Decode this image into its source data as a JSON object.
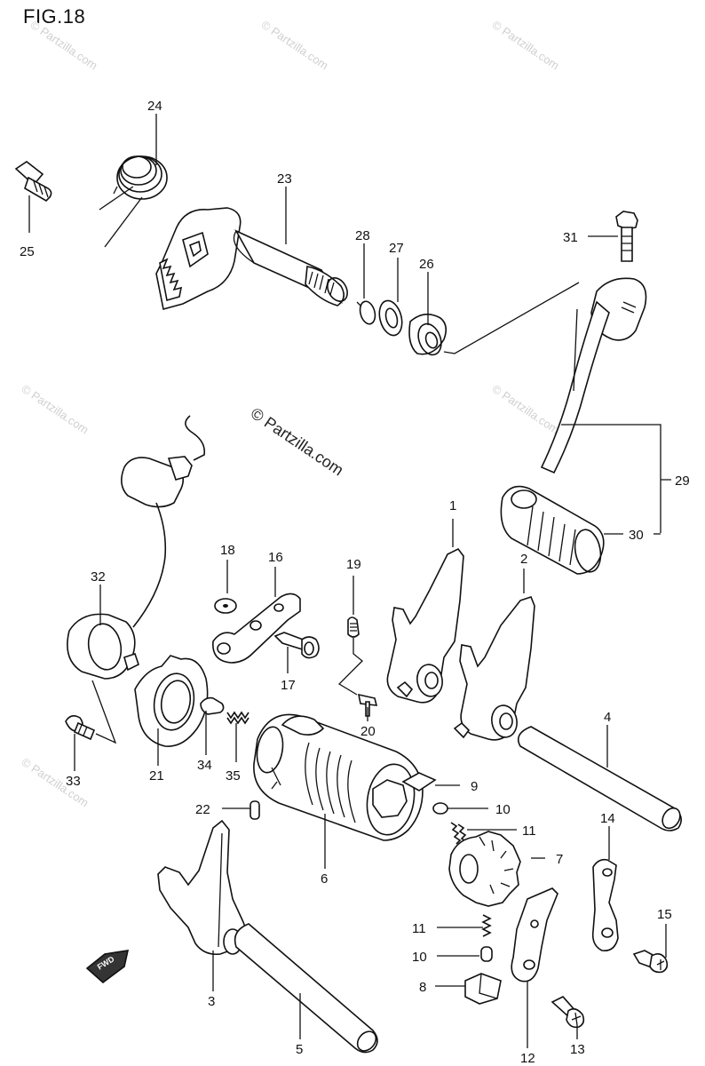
{
  "figure": {
    "title": "FIG.18",
    "watermark": "© Partzilla.com",
    "corner_watermarks": [
      "© Partzilla.com",
      "© Partzilla.com",
      "© Partzilla.com",
      "© Partzilla.com",
      "© Partzilla.com",
      "© Partzilla.com"
    ]
  },
  "parts": [
    {
      "id": "part-1",
      "label": "1"
    },
    {
      "id": "part-2",
      "label": "2"
    },
    {
      "id": "part-3",
      "label": "3"
    },
    {
      "id": "part-4",
      "label": "4"
    },
    {
      "id": "part-5",
      "label": "5"
    },
    {
      "id": "part-6",
      "label": "6"
    },
    {
      "id": "part-7",
      "label": "7"
    },
    {
      "id": "part-8",
      "label": "8"
    },
    {
      "id": "part-9",
      "label": "9"
    },
    {
      "id": "part-10a",
      "label": "10"
    },
    {
      "id": "part-10b",
      "label": "10"
    },
    {
      "id": "part-11a",
      "label": "11"
    },
    {
      "id": "part-11b",
      "label": "11"
    },
    {
      "id": "part-12",
      "label": "12"
    },
    {
      "id": "part-13",
      "label": "13"
    },
    {
      "id": "part-14",
      "label": "14"
    },
    {
      "id": "part-15",
      "label": "15"
    },
    {
      "id": "part-16",
      "label": "16"
    },
    {
      "id": "part-17",
      "label": "17"
    },
    {
      "id": "part-18",
      "label": "18"
    },
    {
      "id": "part-19",
      "label": "19"
    },
    {
      "id": "part-20",
      "label": "20"
    },
    {
      "id": "part-21",
      "label": "21"
    },
    {
      "id": "part-22",
      "label": "22"
    },
    {
      "id": "part-23",
      "label": "23"
    },
    {
      "id": "part-24",
      "label": "24"
    },
    {
      "id": "part-25",
      "label": "25"
    },
    {
      "id": "part-26",
      "label": "26"
    },
    {
      "id": "part-27",
      "label": "27"
    },
    {
      "id": "part-28",
      "label": "28"
    },
    {
      "id": "part-29",
      "label": "29"
    },
    {
      "id": "part-30",
      "label": "30"
    },
    {
      "id": "part-31",
      "label": "31"
    },
    {
      "id": "part-32",
      "label": "32"
    },
    {
      "id": "part-33",
      "label": "33"
    },
    {
      "id": "part-34",
      "label": "34"
    },
    {
      "id": "part-35",
      "label": "35"
    }
  ],
  "fwd_arrow": {
    "label": "FWD"
  }
}
